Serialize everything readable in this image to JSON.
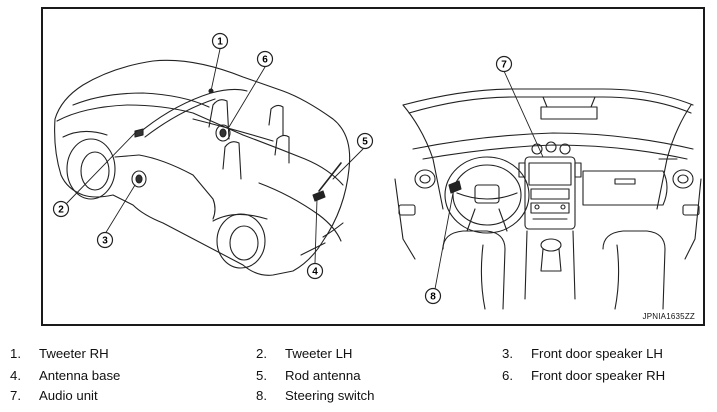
{
  "figure": {
    "code": "JPNIA1635ZZ",
    "callouts": [
      "1",
      "2",
      "3",
      "4",
      "5",
      "6",
      "7",
      "8"
    ]
  },
  "legend": [
    {
      "num": "1.",
      "label": "Tweeter RH"
    },
    {
      "num": "2.",
      "label": "Tweeter LH"
    },
    {
      "num": "3.",
      "label": "Front door speaker LH"
    },
    {
      "num": "4.",
      "label": "Antenna base"
    },
    {
      "num": "5.",
      "label": "Rod antenna"
    },
    {
      "num": "6.",
      "label": "Front door speaker RH"
    },
    {
      "num": "7.",
      "label": "Audio unit"
    },
    {
      "num": "8.",
      "label": "Steering switch"
    }
  ]
}
